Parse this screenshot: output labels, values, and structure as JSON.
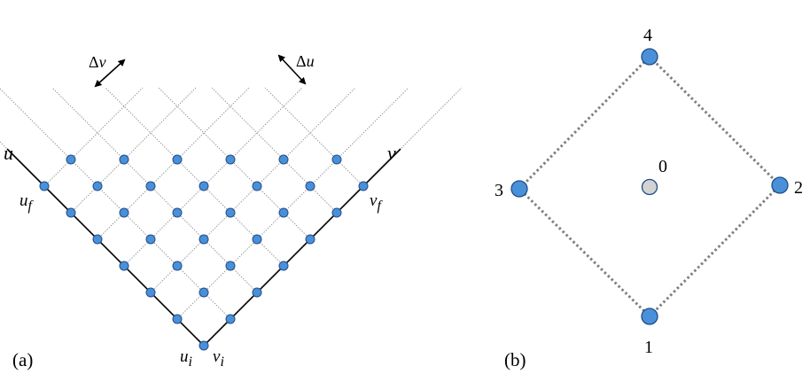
{
  "panel_a": {
    "label": "(a)",
    "axis_u": "u",
    "axis_v": "v",
    "u_f": {
      "main": "u",
      "sub": "f"
    },
    "v_f": {
      "main": "v",
      "sub": "f"
    },
    "u_i": {
      "main": "u",
      "sub": "i"
    },
    "v_i": {
      "main": "v",
      "sub": "i"
    },
    "delta_v": {
      "symbol": "Δ",
      "var": "v"
    },
    "delta_u": {
      "symbol": "Δ",
      "var": "u"
    }
  },
  "panel_b": {
    "label": "(b)",
    "node_0": "0",
    "node_1": "1",
    "node_2": "2",
    "node_3": "3",
    "node_4": "4"
  },
  "colors": {
    "node_fill": "#4a90d9",
    "node_stroke": "#1f4e8c",
    "center_fill": "#d3d3d3",
    "grid_line": "#9a9a9a",
    "dotted_edge": "#7f7f7f",
    "axis_line": "#000000"
  }
}
